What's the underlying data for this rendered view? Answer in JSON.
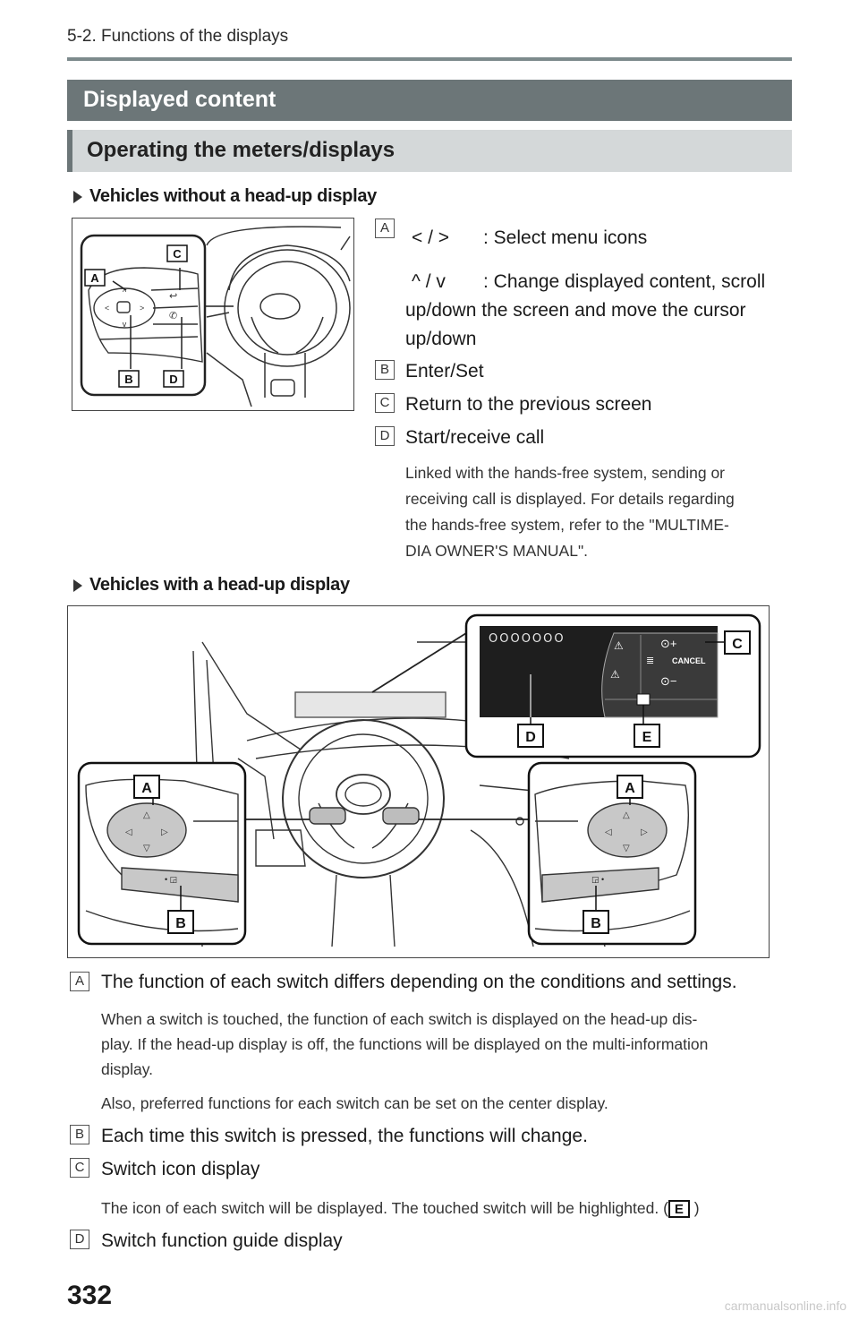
{
  "header": {
    "breadcrumb": "5-2. Functions of the displays"
  },
  "section": {
    "title": "Displayed content",
    "subtitle": "Operating the meters/displays"
  },
  "no_hud": {
    "heading": "Vehicles without a head-up display",
    "figure_labels": {
      "a": "A",
      "b": "B",
      "c": "C",
      "d": "D"
    },
    "items": [
      {
        "label": "A",
        "arrows1": "< / >",
        "line1": ": Select menu icons",
        "arrows2": "^ / v",
        "line2": ": Change displayed content, scroll",
        "line3": "up/down the screen and move the cursor",
        "line4": "up/down"
      },
      {
        "label": "B",
        "text": "Enter/Set"
      },
      {
        "label": "C",
        "text": "Return to the previous screen"
      },
      {
        "label": "D",
        "text": "Start/receive call",
        "note1": "Linked with the hands-free system, sending or",
        "note2": "receiving call is displayed. For details regarding",
        "note3": "the hands-free system, refer to the \"MULTIME-",
        "note4": "DIA OWNER'S MANUAL\"."
      }
    ]
  },
  "hud": {
    "heading": "Vehicles with a head-up display",
    "figure_labels": {
      "a": "A",
      "b": "B",
      "c": "C",
      "d": "D",
      "e": "E",
      "cancel": "CANCEL",
      "placeholder": "OOOOOOO"
    },
    "items": [
      {
        "label": "A",
        "text": "The function of each switch differs depending on the conditions and settings.",
        "note1": "When a switch is touched, the function of each switch is displayed on the head-up dis-",
        "note2": "play. If the head-up display is off, the functions will be displayed on the multi-information",
        "note3": "display.",
        "note4": "Also, preferred functions for each switch can be set on the center display."
      },
      {
        "label": "B",
        "text": "Each time this switch is pressed, the functions will change."
      },
      {
        "label": "C",
        "text": "Switch icon display",
        "note1": "The icon of each switch will be displayed. The touched switch will be highlighted. (",
        "note_ref": "E",
        "note_end": ")"
      },
      {
        "label": "D",
        "text": "Switch function guide display"
      }
    ]
  },
  "footer": {
    "page_number": "332",
    "watermark": "carmanualsonline.info"
  }
}
